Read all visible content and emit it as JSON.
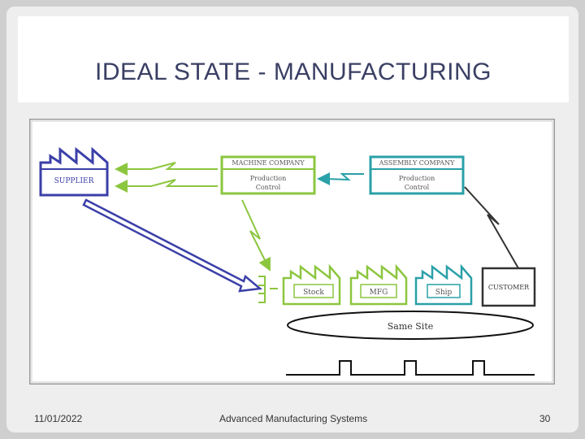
{
  "slide": {
    "title": "IDEAL STATE - MANUFACTURING",
    "footer": {
      "date": "11/01/2022",
      "center": "Advanced Manufacturing Systems",
      "page": "30"
    }
  },
  "diagram": {
    "supplier": "SUPPLIER",
    "machine_company": "MACHINE COMPANY",
    "assembly_company": "ASSEMBLY COMPANY",
    "production_control_1": "Production",
    "production_control_2": "Control",
    "stock": "Stock",
    "mfg": "MFG",
    "ship": "Ship",
    "customer": "CUSTOMER",
    "same_site": "Same Site"
  },
  "colors": {
    "supplier": "#3b3fa8",
    "machine": "#8cc63f",
    "assembly": "#2aa0a8",
    "customer": "#333333"
  }
}
